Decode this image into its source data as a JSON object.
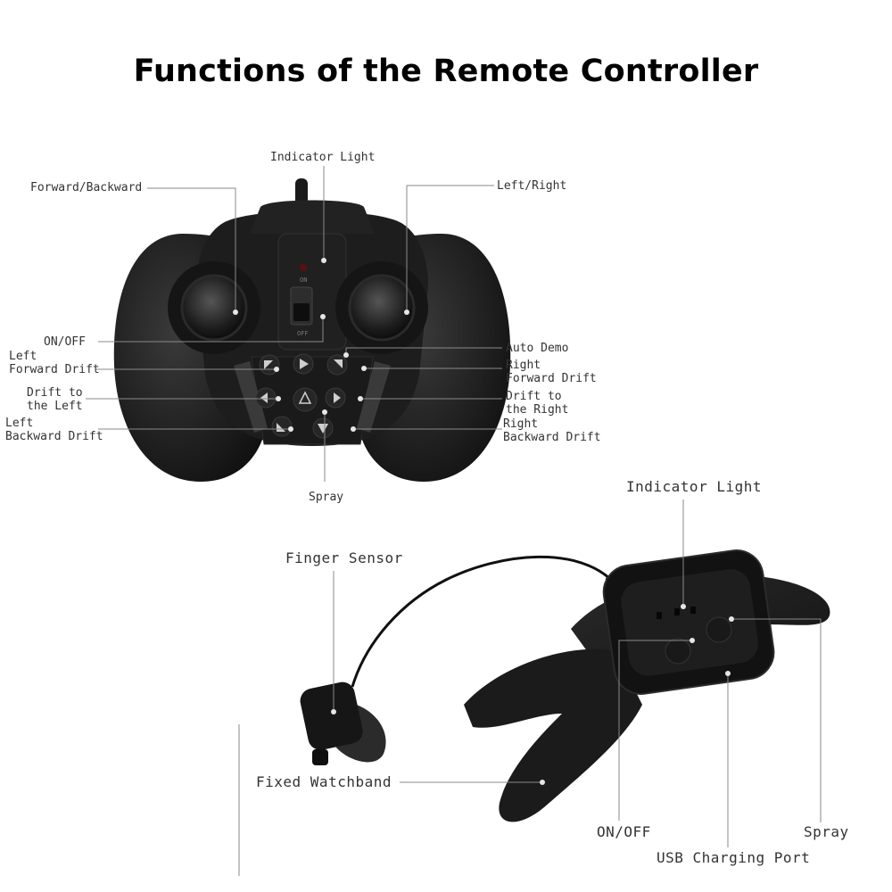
{
  "title": "Functions of the Remote Controller",
  "controller": {
    "labels": {
      "indicator_light": "Indicator Light",
      "forward_backward": "Forward/Backward",
      "left_right": "Left/Right",
      "on_off": "ON/OFF",
      "auto_demo": "Auto Demo",
      "left_forward_drift_1": "Left",
      "left_forward_drift_2": "Forward Drift",
      "right_forward_drift_1": "Right",
      "right_forward_drift_2": "Forward Drift",
      "drift_left_1": "Drift to",
      "drift_left_2": "the Left",
      "drift_right_1": "Drift to",
      "drift_right_2": "the Right",
      "left_backward_drift_1": "Left",
      "left_backward_drift_2": "Backward Drift",
      "right_backward_drift_1": "Right",
      "right_backward_drift_2": "Backward Drift",
      "spray": "Spray"
    },
    "switch_marks": {
      "on": "ON",
      "off": "OFF"
    }
  },
  "watch": {
    "labels": {
      "indicator_light": "Indicator Light",
      "finger_sensor": "Finger Sensor",
      "fixed_watchband": "Fixed Watchband",
      "on_off": "ON/OFF",
      "spray": "Spray",
      "usb_port": "USB Charging Port"
    }
  },
  "colors": {
    "body": "#1c1c1c",
    "leader": "#8a8a8a",
    "text": "#333333"
  }
}
